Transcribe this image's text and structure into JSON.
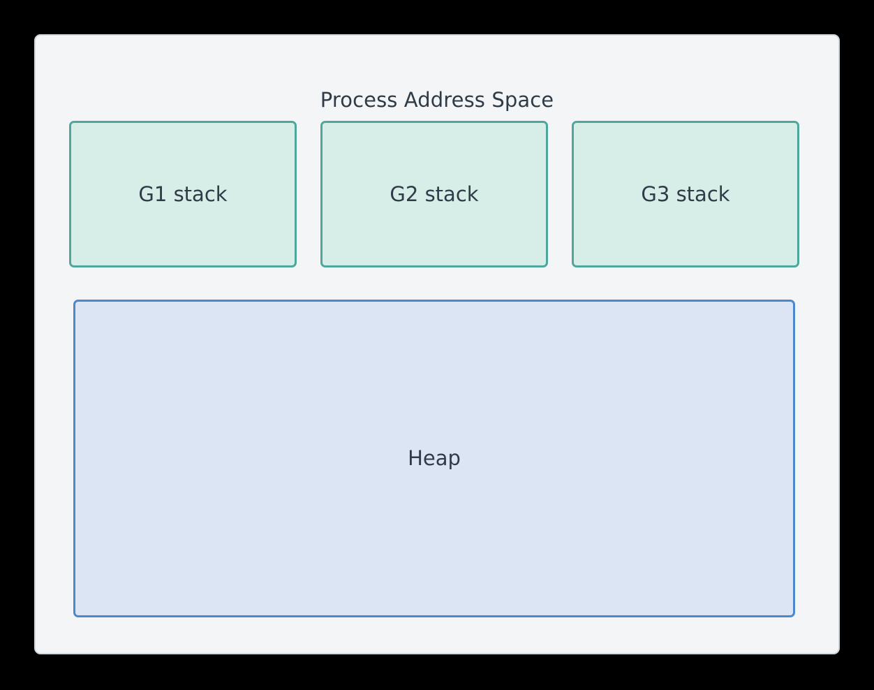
{
  "diagram": {
    "title": "Process Address Space",
    "background_color": "#000000",
    "container": {
      "fill": "#F3F5F6",
      "border": "#CFD8DF"
    },
    "stacks": {
      "fill": "#D6EDE8",
      "border": "#4FA79B",
      "items": [
        {
          "label": "G1 stack"
        },
        {
          "label": "G2 stack"
        },
        {
          "label": "G3 stack"
        }
      ]
    },
    "heap": {
      "label": "Heap",
      "fill": "#DCE5F4",
      "border": "#4D88CC"
    },
    "text_color": "#2F3C48"
  }
}
